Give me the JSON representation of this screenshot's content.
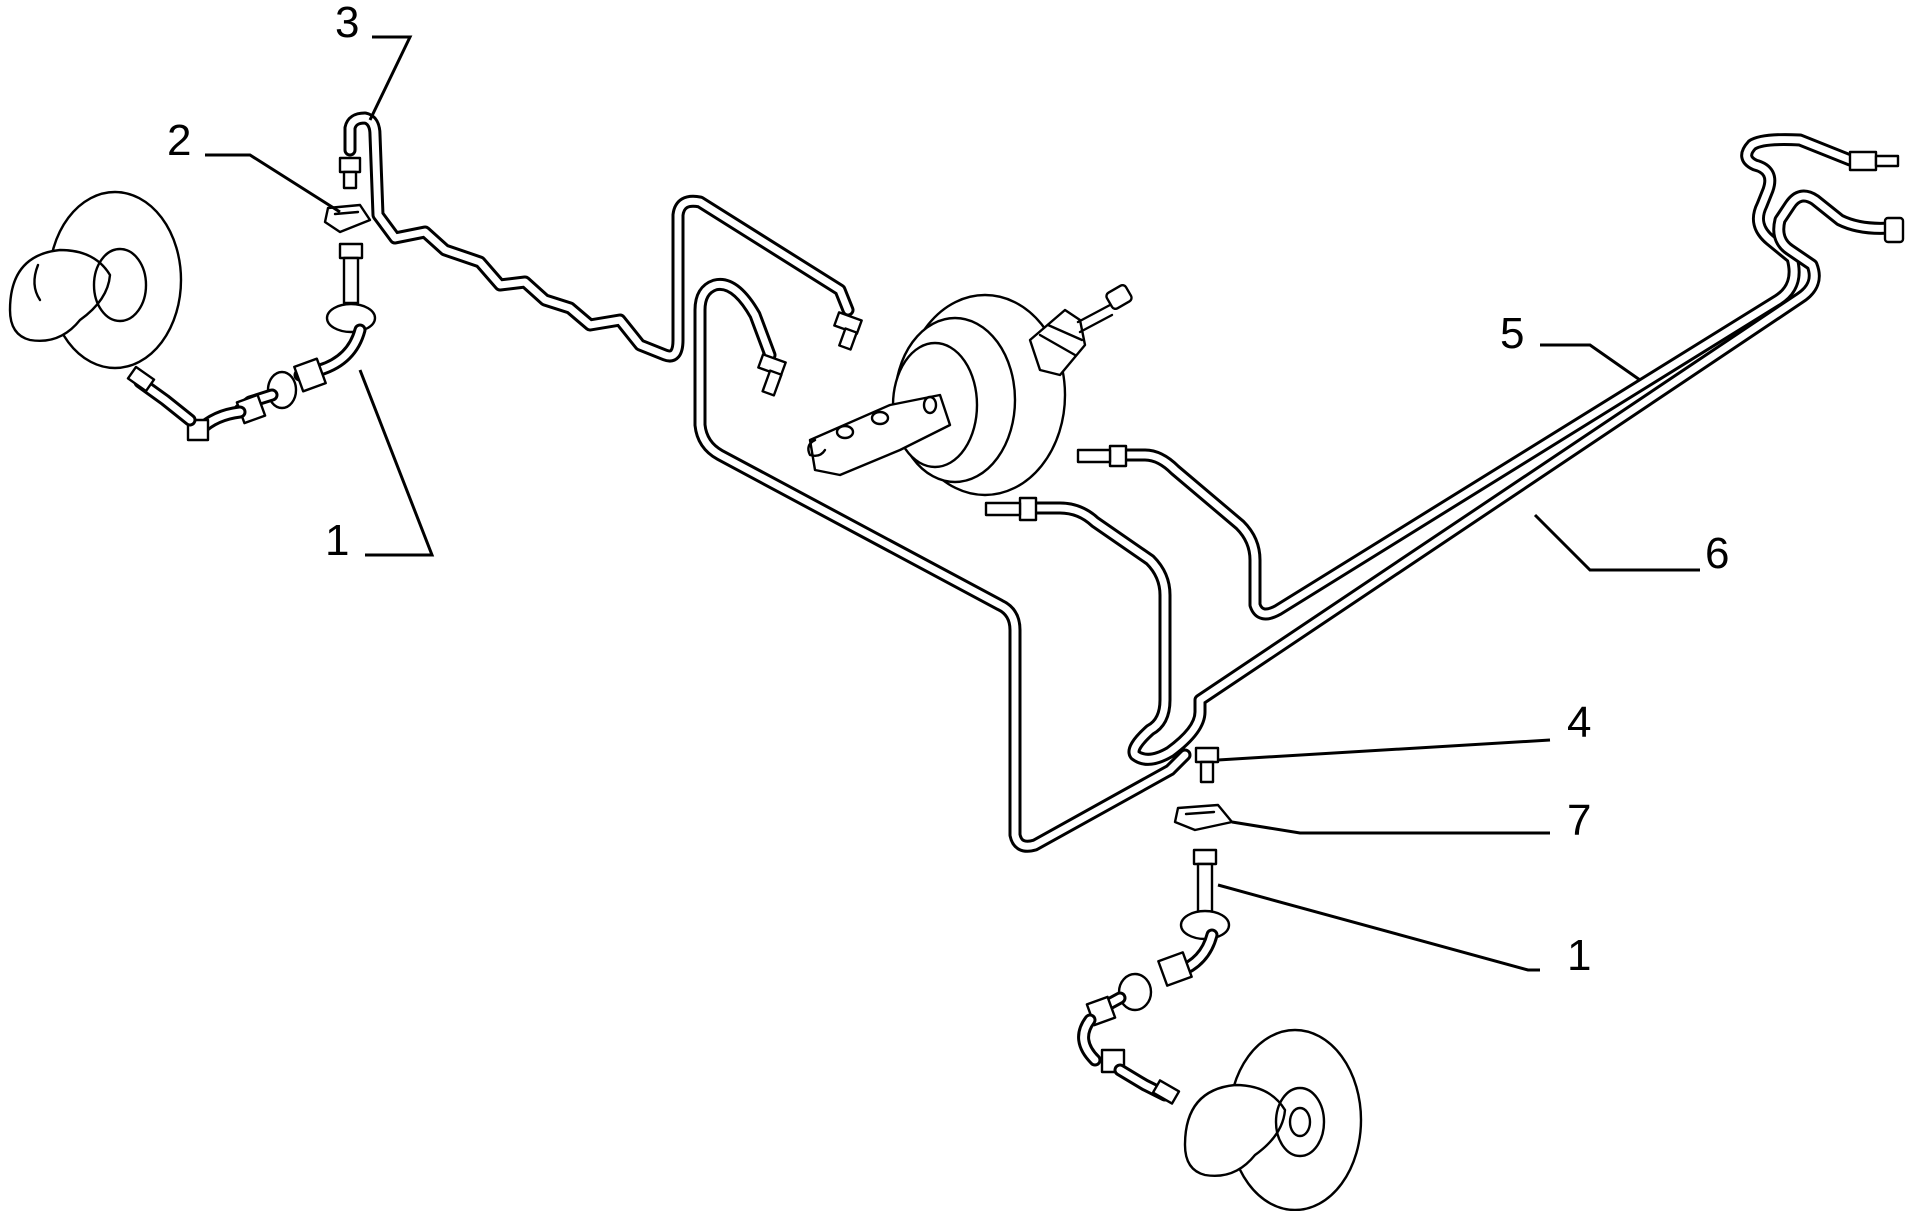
{
  "callouts": [
    {
      "id": "c3",
      "label": "3"
    },
    {
      "id": "c2",
      "label": "2"
    },
    {
      "id": "c1a",
      "label": "1"
    },
    {
      "id": "c5",
      "label": "5"
    },
    {
      "id": "c6",
      "label": "6"
    },
    {
      "id": "c4",
      "label": "4"
    },
    {
      "id": "c7",
      "label": "7"
    },
    {
      "id": "c1b",
      "label": "1"
    }
  ]
}
